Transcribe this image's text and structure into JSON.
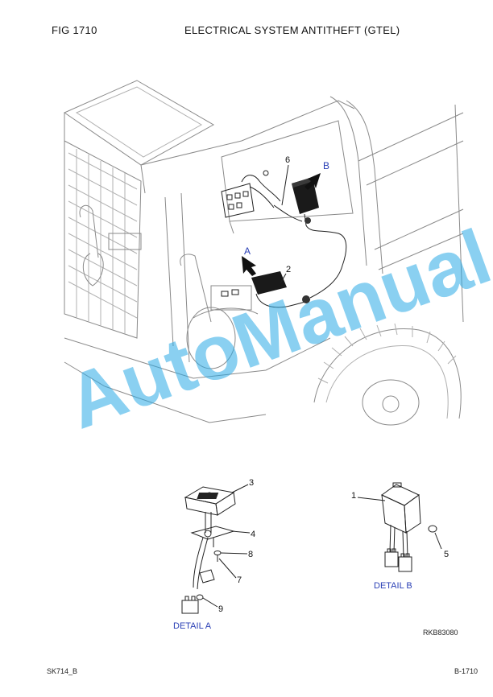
{
  "header": {
    "fig_label": "FIG   1710",
    "title": "ELECTRICAL SYSTEM ANTITHEFT (GTEL)"
  },
  "callouts": {
    "c1": "1",
    "c2": "2",
    "c3": "3",
    "c4": "4",
    "c5": "5",
    "c6": "6",
    "c7": "7",
    "c8": "8",
    "c9": "9",
    "cA": "A",
    "cB": "B"
  },
  "details": {
    "a": "DETAIL A",
    "b": "DETAIL B"
  },
  "watermark": "AutoManual",
  "footer": {
    "ref_code": "RKB83080",
    "model": "SK714_B",
    "page": "B-1710"
  },
  "colors": {
    "watermark": "#29a9e6",
    "callout_blue": "#2a3fb5",
    "line_art": "#8a8a8a"
  }
}
